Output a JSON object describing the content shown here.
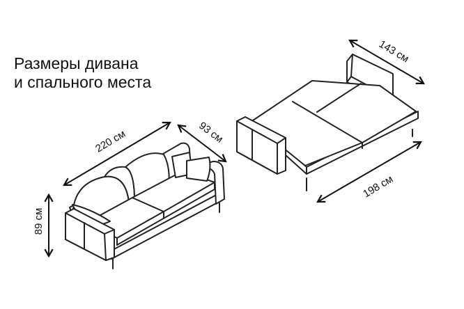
{
  "title": {
    "line1": "Размеры дивана",
    "line2": "и спального места"
  },
  "dimensions": {
    "sofa_width": "220 см",
    "sofa_depth": "93 см",
    "sofa_height": "89 см",
    "bed_width": "143 см",
    "bed_length": "198 см"
  },
  "colors": {
    "line": "#222222",
    "background": "#ffffff"
  }
}
